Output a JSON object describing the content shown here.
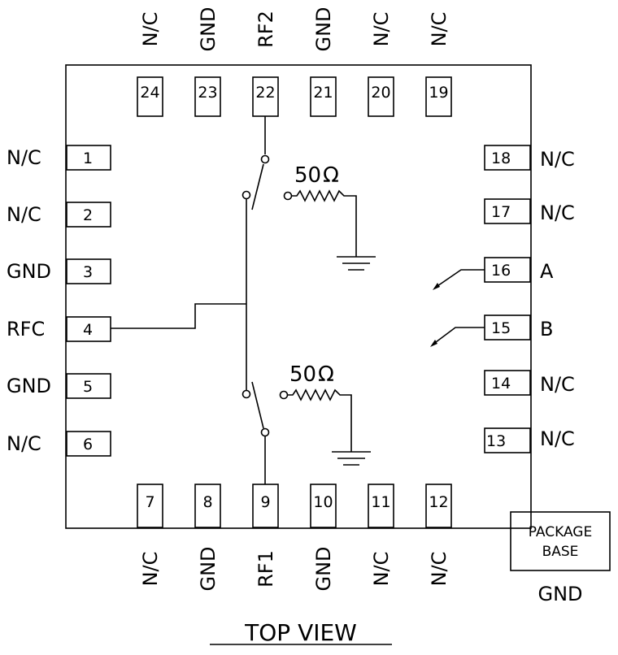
{
  "pins": {
    "top": [
      {
        "num": "24",
        "label": "N/C"
      },
      {
        "num": "23",
        "label": "GND"
      },
      {
        "num": "22",
        "label": "RF2"
      },
      {
        "num": "21",
        "label": "GND"
      },
      {
        "num": "20",
        "label": "N/C"
      },
      {
        "num": "19",
        "label": "N/C"
      }
    ],
    "bottom": [
      {
        "num": "7",
        "label": "N/C"
      },
      {
        "num": "8",
        "label": "GND"
      },
      {
        "num": "9",
        "label": "RF1"
      },
      {
        "num": "10",
        "label": "GND"
      },
      {
        "num": "11",
        "label": "N/C"
      },
      {
        "num": "12",
        "label": "N/C"
      }
    ],
    "left": [
      {
        "num": "1",
        "label": "N/C"
      },
      {
        "num": "2",
        "label": "N/C"
      },
      {
        "num": "3",
        "label": "GND"
      },
      {
        "num": "4",
        "label": "RFC"
      },
      {
        "num": "5",
        "label": "GND"
      },
      {
        "num": "6",
        "label": "N/C"
      }
    ],
    "right": [
      {
        "num": "18",
        "label": "N/C"
      },
      {
        "num": "17",
        "label": "N/C"
      },
      {
        "num": "16",
        "label": "A"
      },
      {
        "num": "15",
        "label": "B"
      },
      {
        "num": "14",
        "label": "N/C"
      },
      {
        "num": "13",
        "label": "N/C"
      }
    ]
  },
  "terminations": {
    "upper": {
      "value": "50",
      "unit": "Ω"
    },
    "lower": {
      "value": "50",
      "unit": "Ω"
    }
  },
  "package_base": {
    "line1": "PACKAGE",
    "line2": "BASE",
    "label": "GND"
  },
  "title": "TOP VIEW"
}
